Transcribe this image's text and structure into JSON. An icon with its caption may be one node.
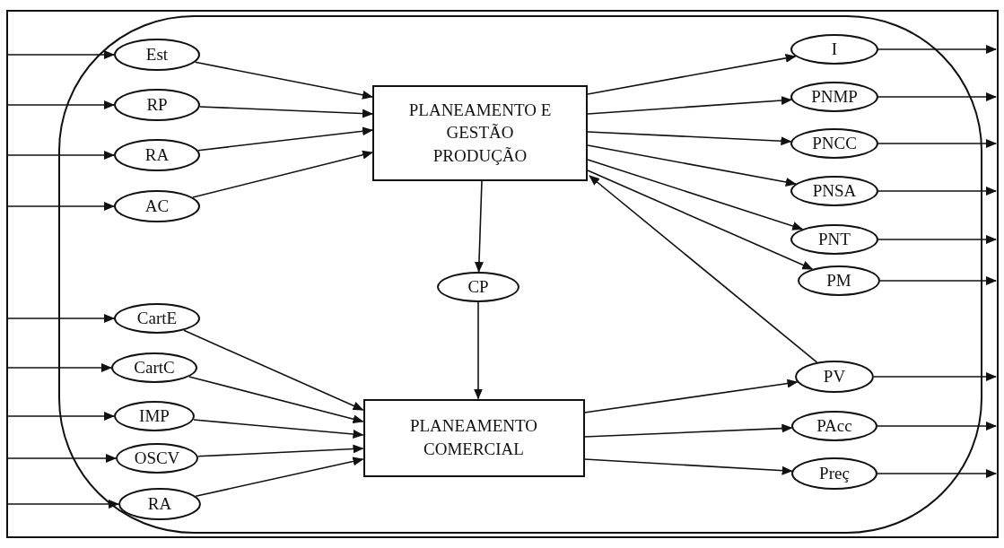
{
  "diagram": {
    "nodes": [
      {
        "text": [
          "PLANEAMENTO E GESTÃO PRODUÇÃO"
        ]
      },
      {
        "text": [
          "PLANEAMENTO COMERCIAL"
        ]
      },
      {
        "text": [
          "CP"
        ]
      },
      {
        "text": [
          "Est"
        ]
      },
      {
        "text": [
          "RP"
        ]
      },
      {
        "text": [
          "RA"
        ]
      },
      {
        "text": [
          "AC"
        ]
      },
      {
        "text": [
          "CartE"
        ]
      },
      {
        "text": [
          "CartC"
        ]
      },
      {
        "text": [
          "IMP"
        ]
      },
      {
        "text": [
          "OSCV"
        ]
      },
      {
        "text": [
          "RA"
        ]
      },
      {
        "text": [
          "I"
        ]
      },
      {
        "text": [
          "PNMP"
        ]
      },
      {
        "text": [
          "PNCC"
        ]
      },
      {
        "text": [
          "PNSA"
        ]
      },
      {
        "text": [
          "PNT"
        ]
      },
      {
        "text": [
          "PM"
        ]
      },
      {
        "text": [
          "PV"
        ]
      },
      {
        "text": [
          "PAcc"
        ]
      },
      {
        "text": [
          "Preç"
        ]
      }
    ],
    "edges": [
      {
        "from": null,
        "to": 3,
        "arrow": "to"
      },
      {
        "from": null,
        "to": 4,
        "arrow": "to"
      },
      {
        "from": null,
        "to": 5,
        "arrow": "to"
      },
      {
        "from": null,
        "to": 6,
        "arrow": "to"
      },
      {
        "from": null,
        "to": 7,
        "arrow": "to"
      },
      {
        "from": null,
        "to": 8,
        "arrow": "to"
      },
      {
        "from": null,
        "to": 9,
        "arrow": "to"
      },
      {
        "from": null,
        "to": 10,
        "arrow": "to"
      },
      {
        "from": null,
        "to": 11,
        "arrow": "to"
      },
      {
        "from": 3,
        "to": 0,
        "arrow": "to"
      },
      {
        "from": 4,
        "to": 0,
        "arrow": "to"
      },
      {
        "from": 5,
        "to": 0,
        "arrow": "to"
      },
      {
        "from": 6,
        "to": 0,
        "arrow": "to"
      },
      {
        "from": 7,
        "to": 1,
        "arrow": "to"
      },
      {
        "from": 8,
        "to": 1,
        "arrow": "to"
      },
      {
        "from": 9,
        "to": 1,
        "arrow": "to"
      },
      {
        "from": 10,
        "to": 1,
        "arrow": "to"
      },
      {
        "from": 11,
        "to": 1,
        "arrow": "to"
      },
      {
        "from": 0,
        "to": 12,
        "arrow": "to"
      },
      {
        "from": 0,
        "to": 13,
        "arrow": "to"
      },
      {
        "from": 0,
        "to": 14,
        "arrow": "to"
      },
      {
        "from": 0,
        "to": 15,
        "arrow": "to"
      },
      {
        "from": 0,
        "to": 16,
        "arrow": "to"
      },
      {
        "from": 0,
        "to": 17,
        "arrow": "to"
      },
      {
        "from": 0,
        "to": 2,
        "arrow": "to"
      },
      {
        "from": 2,
        "to": 1,
        "arrow": "to"
      },
      {
        "from": 1,
        "to": 18,
        "arrow": "to"
      },
      {
        "from": 1,
        "to": 19,
        "arrow": "to"
      },
      {
        "from": 1,
        "to": 20,
        "arrow": "to"
      },
      {
        "from": 18,
        "to": 0,
        "arrow": "to"
      },
      {
        "from": 12,
        "to": null,
        "arrow": "to"
      },
      {
        "from": 13,
        "to": null,
        "arrow": "to"
      },
      {
        "from": 14,
        "to": null,
        "arrow": "to"
      },
      {
        "from": 15,
        "to": null,
        "arrow": "to"
      },
      {
        "from": 16,
        "to": null,
        "arrow": "to"
      },
      {
        "from": 17,
        "to": null,
        "arrow": "to"
      },
      {
        "from": 18,
        "to": null,
        "arrow": "to"
      },
      {
        "from": 19,
        "to": null,
        "arrow": "to"
      },
      {
        "from": 20,
        "to": null,
        "arrow": "to"
      }
    ]
  }
}
